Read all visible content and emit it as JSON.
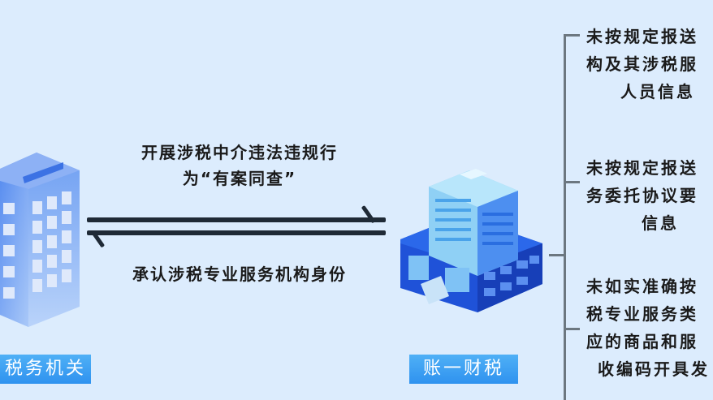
{
  "left_entity": {
    "label": "税务机关",
    "label_visible": "税务机关",
    "icon": "office-tower-icon"
  },
  "right_entity": {
    "label": "账一财税",
    "icon": "corporate-building-icon"
  },
  "arrows": {
    "top_caption_line1": "开展涉税中介违法违规行",
    "top_caption_line2": "为“有案同查”",
    "bottom_caption": "承认涉税专业服务机构身份"
  },
  "violations": [
    {
      "lines": [
        "未按规定报送",
        "构及其涉税服",
        "人员信息"
      ]
    },
    {
      "lines": [
        "未按规定报送",
        "务委托协议要",
        "信息"
      ]
    },
    {
      "lines": [
        "未如实准确按",
        "税专业服务类",
        "应的商品和服",
        "收编码开具发"
      ]
    }
  ],
  "colors": {
    "background": "#dcecfd",
    "label_box": "#3a9cf2",
    "arrow": "#1f2a36",
    "bracket": "#6c7780"
  }
}
